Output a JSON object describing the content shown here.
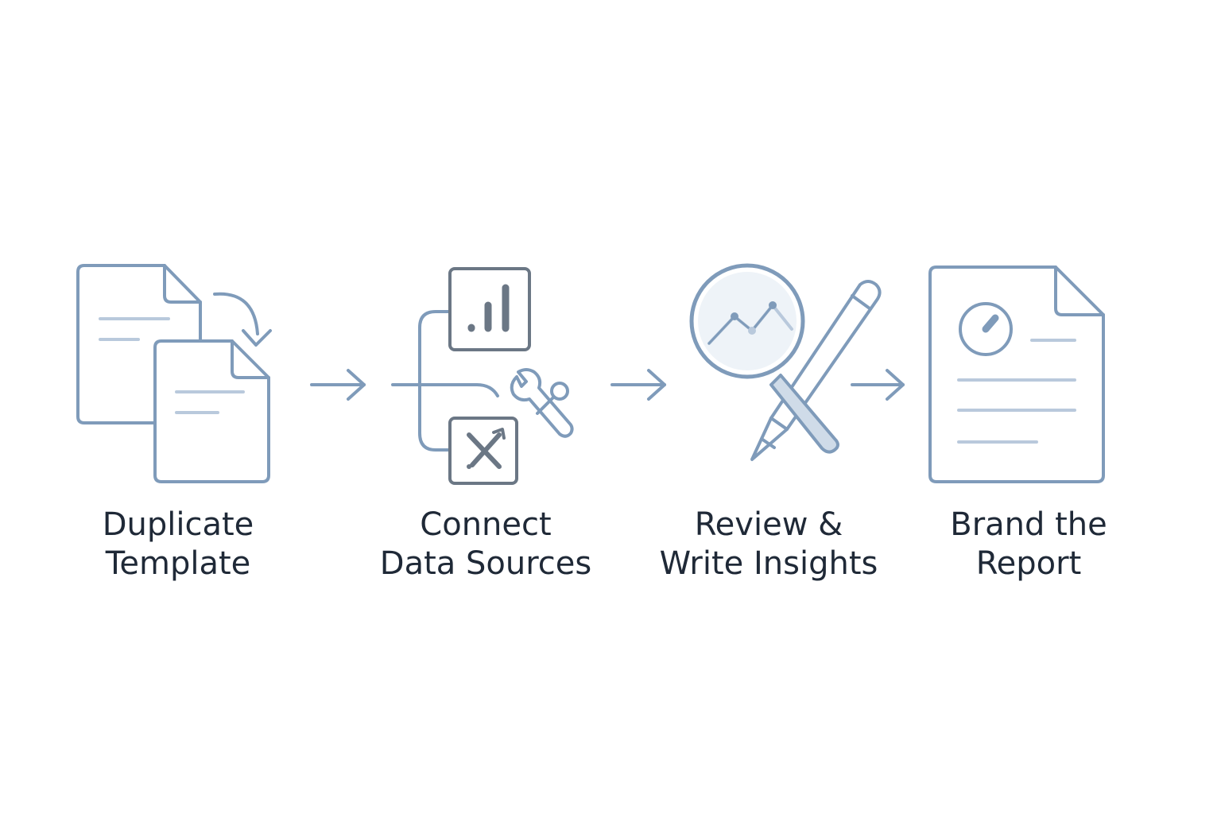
{
  "diagram": {
    "steps": [
      {
        "id": "duplicate",
        "line1": "Duplicate",
        "line2": "Template",
        "icon": "copy-documents-icon"
      },
      {
        "id": "connect",
        "line1": "Connect",
        "line2": "Data Sources",
        "icon": "data-connector-icon"
      },
      {
        "id": "review",
        "line1": "Review &",
        "line2": "Write Insights",
        "icon": "magnifier-pencil-icon"
      },
      {
        "id": "brand",
        "line1": "Brand the",
        "line2": "Report",
        "icon": "branded-report-icon"
      }
    ],
    "connectors": [
      "arrow-right-icon",
      "arrow-right-icon",
      "arrow-right-icon"
    ]
  },
  "colors": {
    "icon_stroke": "#7f9bba",
    "icon_light": "#b9c9dc",
    "icon_fill": "#ffffff",
    "icon_dark": "#6b7785",
    "label_text": "#1f2937",
    "background": "#ffffff"
  }
}
